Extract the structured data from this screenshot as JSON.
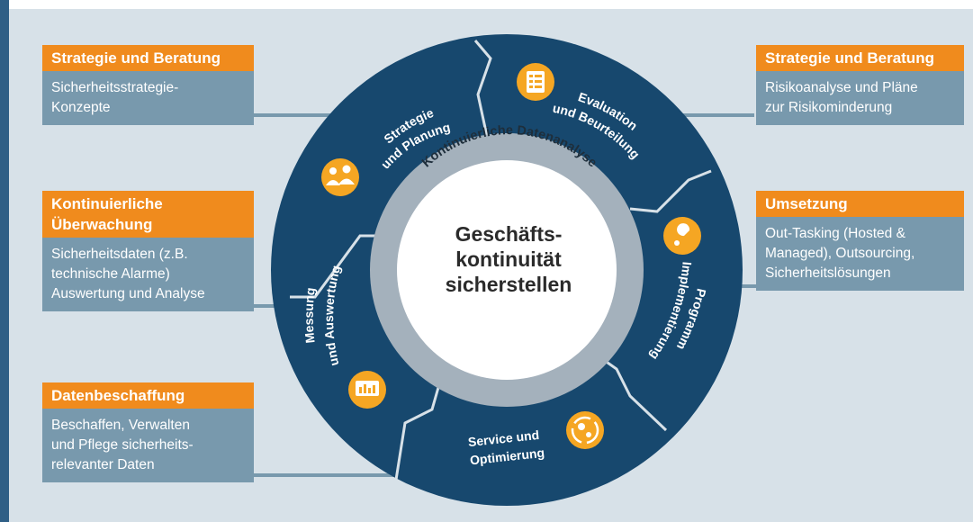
{
  "boxes": {
    "top_left": {
      "title": "Strategie und Beratung",
      "body": [
        "Sicherheitsstrategie-",
        "Konzepte"
      ]
    },
    "mid_left": {
      "title": [
        "Kontinuierliche",
        "Überwachung"
      ],
      "body": [
        "Sicherheitsdaten (z.B.",
        "technische Alarme)",
        "Auswertung und Analyse"
      ]
    },
    "bottom_left": {
      "title": "Datenbeschaffung",
      "body": [
        "Beschaffen, Verwalten",
        "und Pflege sicherheits-",
        "relevanter Daten"
      ]
    },
    "top_right": {
      "title": "Strategie und Beratung",
      "body": [
        "Risikoanalyse und Pläne",
        "zur Risikominderung"
      ]
    },
    "mid_right": {
      "title": "Umsetzung",
      "body": [
        "Out-Tasking (Hosted &",
        "Managed), Outsourcing,",
        "Sicherheitslösungen"
      ]
    }
  },
  "ring": {
    "inner_label": "Kontinuierliche Datenanalyse",
    "segments": {
      "strategie": [
        "Strategie",
        "und Planung"
      ],
      "evaluation": [
        "Evaluation",
        "und Beurteilung"
      ],
      "programm": [
        "Programm",
        "Implementierung"
      ],
      "service": [
        "Service und",
        "Optimierung"
      ],
      "messung": [
        "Messung",
        "und Auswertung"
      ]
    }
  },
  "center": {
    "lines": [
      "Geschäfts-",
      "kontinuität",
      "sicherstellen"
    ]
  },
  "colors": {
    "ring": "#17486e",
    "inner_ring": "#a4b1bc",
    "orange": "#f08b1d",
    "box_body": "#7899ad",
    "background": "#d7e1e8"
  },
  "icons": [
    "people-icon",
    "checklist-icon",
    "wrench-icon",
    "gears-cycle-icon",
    "chart-icon"
  ]
}
